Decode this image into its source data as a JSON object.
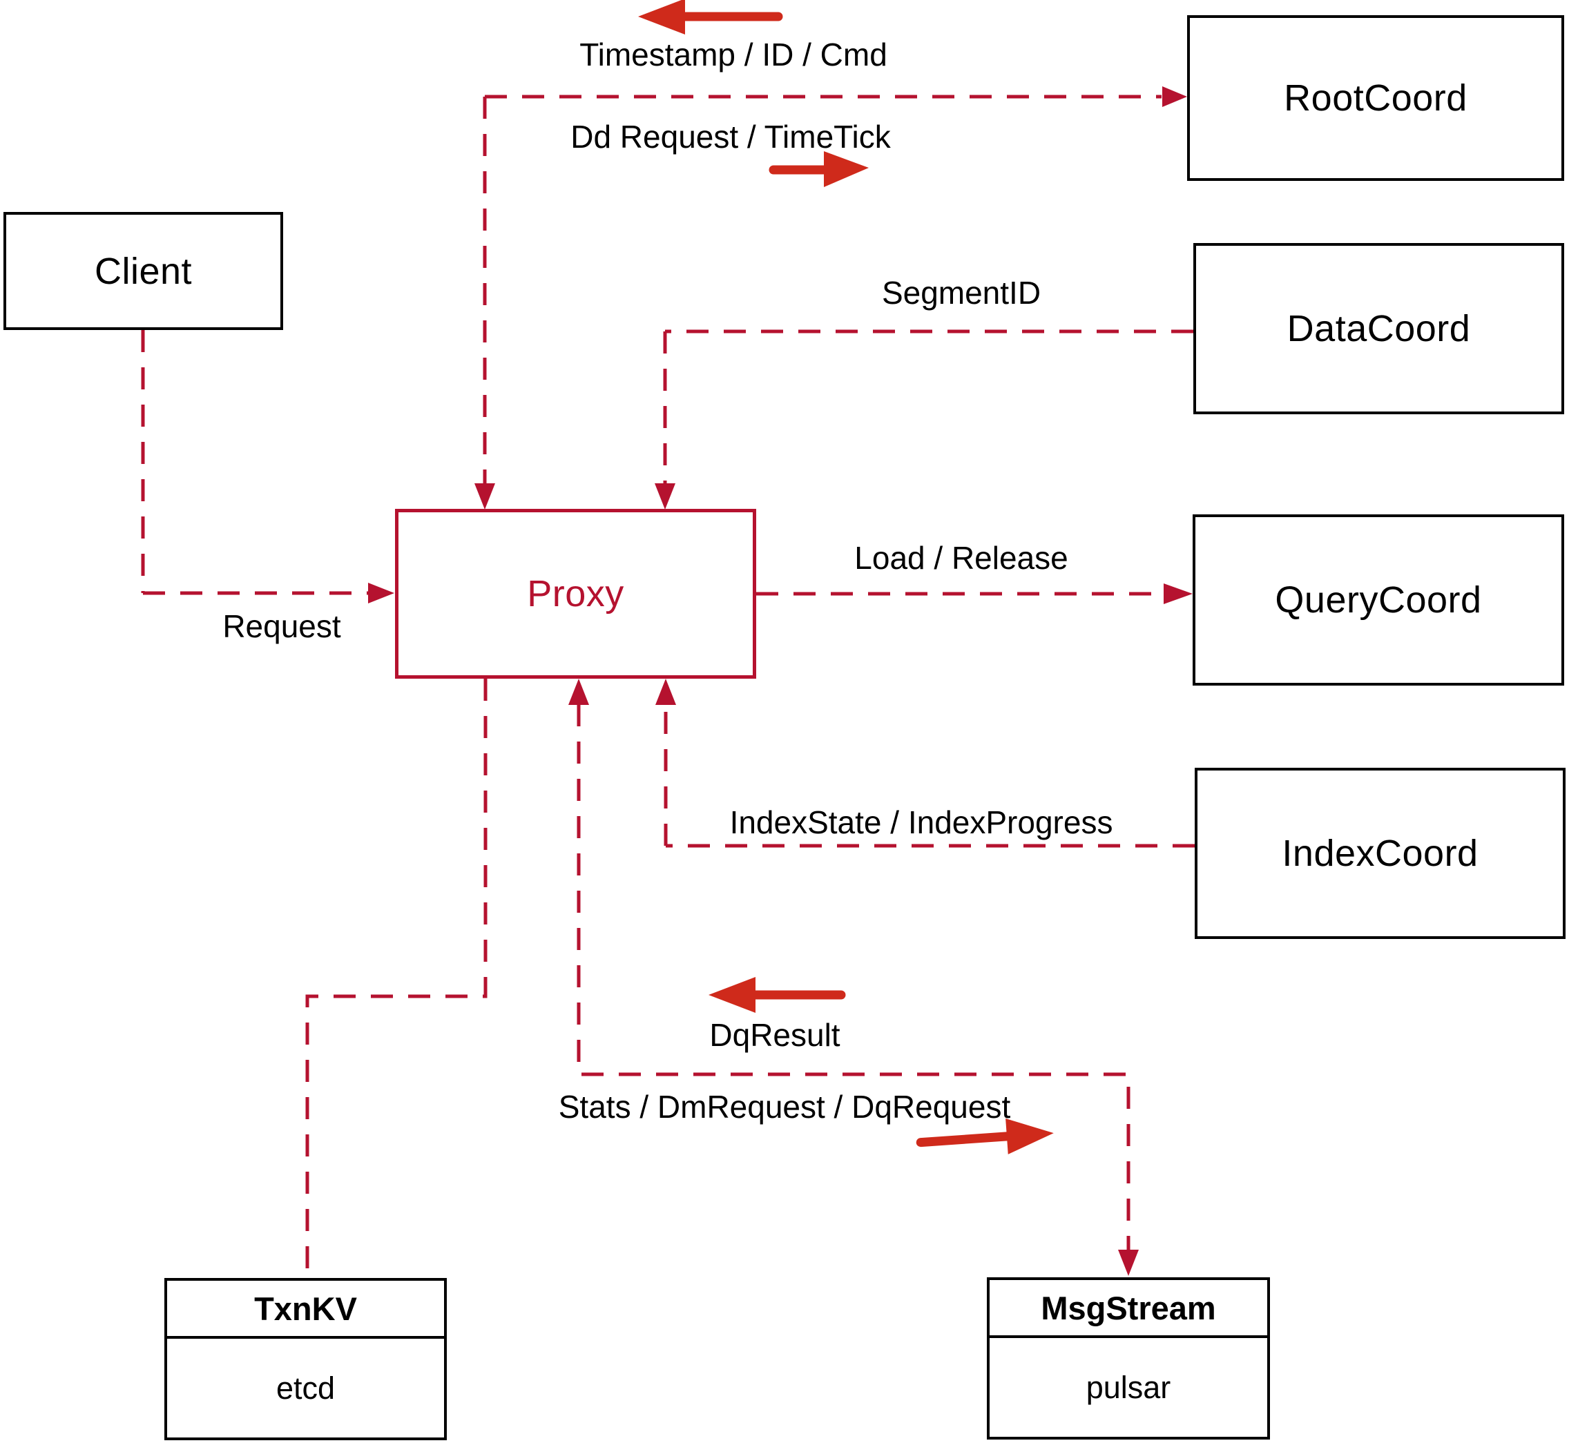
{
  "nodes": {
    "client": {
      "label": "Client"
    },
    "root_coord": {
      "label": "RootCoord"
    },
    "data_coord": {
      "label": "DataCoord"
    },
    "query_coord": {
      "label": "QueryCoord"
    },
    "index_coord": {
      "label": "IndexCoord"
    },
    "proxy": {
      "label": "Proxy"
    },
    "txn_kv": {
      "header": "TxnKV",
      "body": "etcd"
    },
    "msg_stream": {
      "header": "MsgStream",
      "body": "pulsar"
    }
  },
  "edge_labels": {
    "timestamp_id_cmd": "Timestamp / ID / Cmd",
    "dd_request_timetick": "Dd Request / TimeTick",
    "segment_id": "SegmentID",
    "load_release": "Load / Release",
    "request": "Request",
    "index_state_progress": "IndexState / IndexProgress",
    "dq_result": "DqResult",
    "stats_dm_dq_request": "Stats / DmRequest / DqRequest"
  },
  "colors": {
    "connector": "#b5122f",
    "direction_arrow": "#cf2a1b",
    "node_border": "#000000",
    "proxy_accent": "#b5122f",
    "text": "#000000",
    "background": "#ffffff"
  }
}
